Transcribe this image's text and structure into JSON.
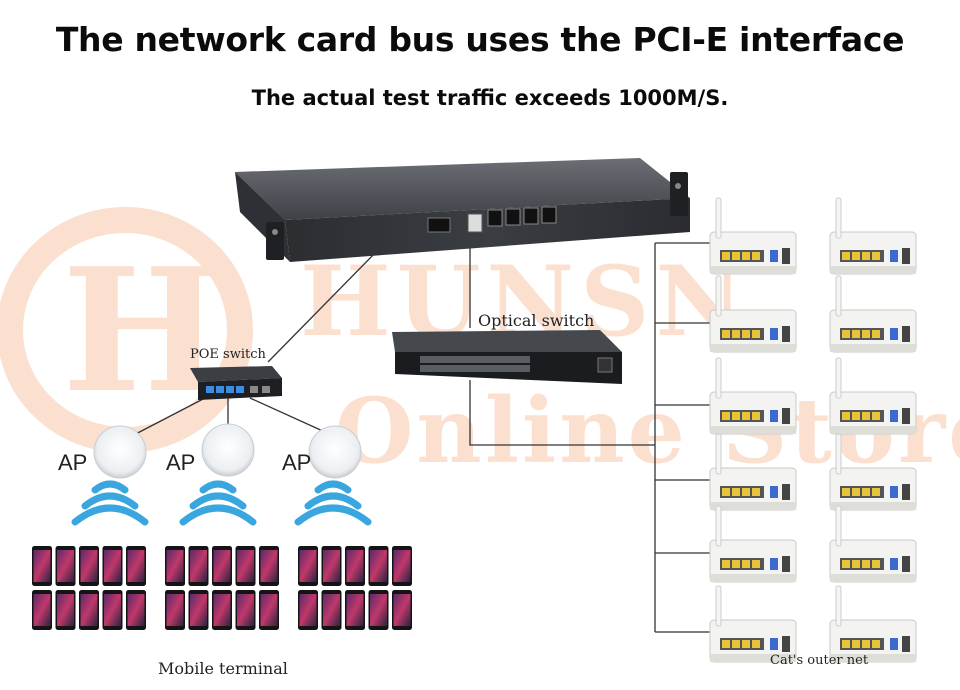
{
  "header": {
    "title": "The network card bus uses the PCI-E interface",
    "subtitle": "The actual test traffic exceeds 1000M/S."
  },
  "watermark": {
    "logo_text": "HUNSN",
    "store_text": "Online Store",
    "color": "#f4a77c"
  },
  "nodes": {
    "poe_switch": "POE switch",
    "optical_switch": "Optical switch",
    "ap_label": "AP",
    "mobile_terminal": "Mobile terminal",
    "outer_net": "Cat's outer net"
  },
  "colors": {
    "wifi_blue": "#3aa6e0",
    "chassis": "#4a4d52",
    "line": "#333333"
  },
  "icons": [
    "router-icon",
    "poe-switch-icon",
    "optical-switch-icon",
    "access-point-icon",
    "wifi-icon",
    "smartphone-icon",
    "modem-icon"
  ]
}
